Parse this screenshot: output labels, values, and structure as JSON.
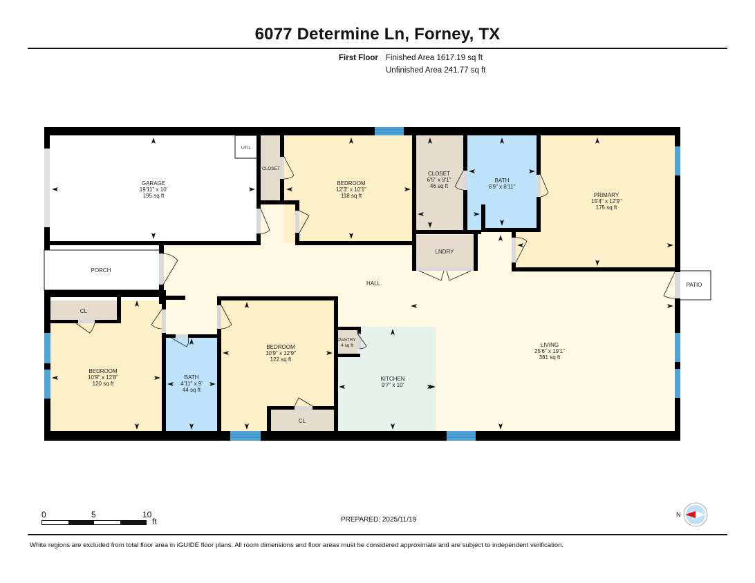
{
  "header": {
    "title": "6077 Determine Ln, Forney, TX",
    "floor_label": "First Floor",
    "finished_area": "Finished Area 1617.19 sq ft",
    "unfinished_area": "Unfinished Area 241.77 sq ft"
  },
  "colors": {
    "wall": "#000000",
    "bedroom_fill": "#fdefc8",
    "hall_fill": "#fff8e3",
    "bath_fill": "#bfe3fb",
    "closet_fill": "#e6dccd",
    "kitchen_fill": "#e5f3ec",
    "unfinished_fill": "#ffffff",
    "window": "#4fa3d6",
    "door_gap": "#d9d9d9",
    "compass_red": "#d8141b",
    "compass_blue": "#bfe0f5"
  },
  "rooms": [
    {
      "id": "garage",
      "name": "GARAGE",
      "dims": "19'11\" x 10'",
      "area": "195 sq ft"
    },
    {
      "id": "util",
      "name": "UTIL",
      "dims": "",
      "area": ""
    },
    {
      "id": "closet-top",
      "name": "CLOSET",
      "dims": "",
      "area": ""
    },
    {
      "id": "bedroom-top",
      "name": "BEDROOM",
      "dims": "12'3\" x 10'1\"",
      "area": "118 sq ft"
    },
    {
      "id": "closet-primary",
      "name": "CLOSET",
      "dims": "6'5\" x 9'1\"",
      "area": "46 sq ft"
    },
    {
      "id": "bath-primary",
      "name": "BATH",
      "dims": "6'9\" x 8'11\"",
      "area": ""
    },
    {
      "id": "primary",
      "name": "PRIMARY",
      "dims": "15'4\" x 12'9\"",
      "area": "175 sq ft"
    },
    {
      "id": "porch",
      "name": "PORCH",
      "dims": "",
      "area": ""
    },
    {
      "id": "hall",
      "name": "HALL",
      "dims": "",
      "area": ""
    },
    {
      "id": "lndry",
      "name": "LNDRY",
      "dims": "",
      "area": ""
    },
    {
      "id": "patio",
      "name": "PATIO",
      "dims": "",
      "area": ""
    },
    {
      "id": "cl-left",
      "name": "CL",
      "dims": "",
      "area": ""
    },
    {
      "id": "bedroom-left",
      "name": "BEDROOM",
      "dims": "10'9\" x 12'8\"",
      "area": "120 sq ft"
    },
    {
      "id": "bath-hall",
      "name": "BATH",
      "dims": "4'11\" x 9'",
      "area": "44 sq ft"
    },
    {
      "id": "bedroom-mid",
      "name": "BEDROOM",
      "dims": "10'9\" x 12'9\"",
      "area": "122 sq ft"
    },
    {
      "id": "pantry",
      "name": "PANTRY",
      "dims": "4 sq ft",
      "area": ""
    },
    {
      "id": "kitchen",
      "name": "KITCHEN",
      "dims": "9'7\" x 10'",
      "area": ""
    },
    {
      "id": "cl-mid",
      "name": "CL",
      "dims": "",
      "area": ""
    },
    {
      "id": "living",
      "name": "LIVING",
      "dims": "25'6\" x 19'1\"",
      "area": "381 sq ft"
    }
  ],
  "scale_bar": {
    "ticks": [
      "0",
      "5",
      "10"
    ],
    "unit": "ft"
  },
  "prepared": "PREPARED: 2025/11/19",
  "compass": {
    "label": "N"
  },
  "footer": {
    "disclaimer": "White regions are excluded from total floor area in iGUIDE floor plans. All room dimensions and floor areas must be considered approximate and are subject to independent verification."
  }
}
